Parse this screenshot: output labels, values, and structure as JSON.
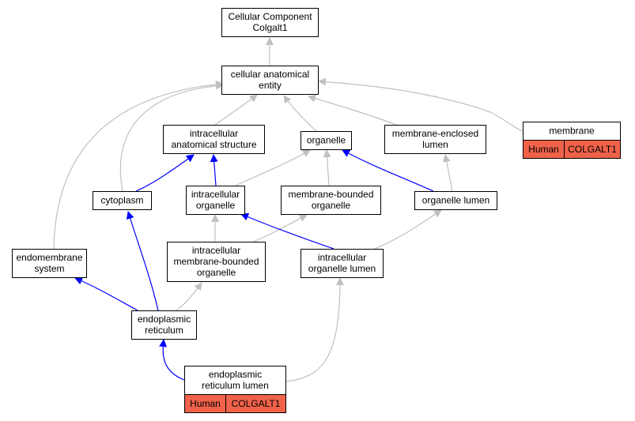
{
  "colors": {
    "is_a_edge": "#c0c0c0",
    "part_of_edge": "#0000ff",
    "annotation_fill": "#f0624a"
  },
  "nodes": {
    "root": {
      "lines": [
        "Cellular Component",
        "Colgalt1"
      ]
    },
    "cae": {
      "lines": [
        "cellular anatomical",
        "entity"
      ]
    },
    "ias": {
      "lines": [
        "intracellular",
        "anatomical structure"
      ]
    },
    "organelle": {
      "lines": [
        "organelle"
      ]
    },
    "mel": {
      "lines": [
        "membrane-enclosed",
        "lumen"
      ]
    },
    "membrane": {
      "lines": [
        "membrane"
      ],
      "tags": [
        "Human",
        "COLGALT1"
      ]
    },
    "cytoplasm": {
      "lines": [
        "cytoplasm"
      ]
    },
    "io": {
      "lines": [
        "intracellular",
        "organelle"
      ]
    },
    "mbo": {
      "lines": [
        "membrane-bounded",
        "organelle"
      ]
    },
    "ol": {
      "lines": [
        "organelle lumen"
      ]
    },
    "es": {
      "lines": [
        "endomembrane",
        "system"
      ]
    },
    "imbo": {
      "lines": [
        "intracellular",
        "membrane-bounded",
        "organelle"
      ]
    },
    "iol": {
      "lines": [
        "intracellular",
        "organelle lumen"
      ]
    },
    "er": {
      "lines": [
        "endoplasmic",
        "reticulum"
      ]
    },
    "erl": {
      "lines": [
        "endoplasmic",
        "reticulum lumen"
      ],
      "tags": [
        "Human",
        "COLGALT1"
      ]
    }
  }
}
